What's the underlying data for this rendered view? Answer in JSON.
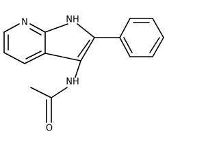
{
  "molecule": {
    "atom_labels": {
      "pyridine_n": "N",
      "pyrrole_nh": "NH",
      "amide_nh": "NH",
      "carbonyl_o": "O"
    }
  }
}
